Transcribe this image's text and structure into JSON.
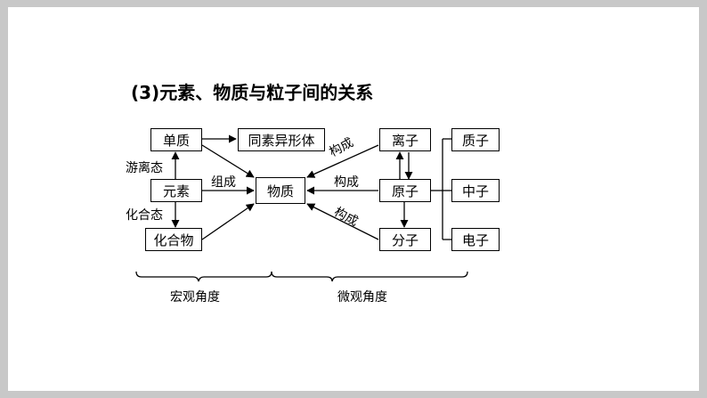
{
  "title": "(3)元素、物质与粒子间的关系",
  "nodes": {
    "danzhi": "单质",
    "tongsu": "同素异形体",
    "yuansu": "元素",
    "huahewu": "化合物",
    "wuzhi": "物质",
    "lizi": "离子",
    "yuanzi": "原子",
    "fenzi": "分子",
    "zhizi": "质子",
    "zhongzi": "中子",
    "dianzi": "电子"
  },
  "labels": {
    "youlitai": "游离态",
    "huahetai": "化合态",
    "zucheng": "组成",
    "goucheng_top": "构成",
    "goucheng_mid": "构成",
    "goucheng_bot": "构成"
  },
  "footer": {
    "macro": "宏观角度",
    "micro": "微观角度"
  }
}
